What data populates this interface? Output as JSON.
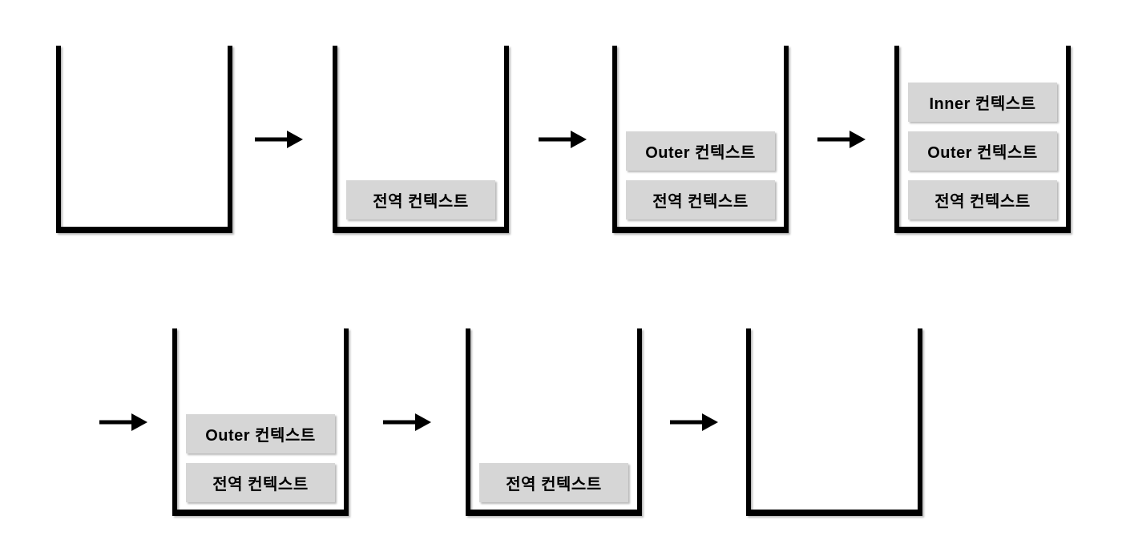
{
  "diagram": {
    "type": "call-stack-lifecycle-flow",
    "labels": {
      "global": "전역 컨텍스트",
      "outer": "Outer 컨텍스트",
      "inner": "Inner 컨텍스트"
    },
    "stages": [
      {
        "boxes": []
      },
      {
        "boxes": [
          "전역 컨텍스트"
        ]
      },
      {
        "boxes": [
          "Outer 컨텍스트",
          "전역 컨텍스트"
        ]
      },
      {
        "boxes": [
          "Inner 컨텍스트",
          "Outer 컨텍스트",
          "전역 컨텍스트"
        ]
      },
      {
        "boxes": [
          "Outer 컨텍스트",
          "전역 컨텍스트"
        ]
      },
      {
        "boxes": [
          "전역 컨텍스트"
        ]
      },
      {
        "boxes": []
      }
    ],
    "colors": {
      "background": "#ffffff",
      "stack_stroke": "#000000",
      "box_bg": "#d6d6d6",
      "box_text": "#000000",
      "arrow": "#000000"
    }
  }
}
